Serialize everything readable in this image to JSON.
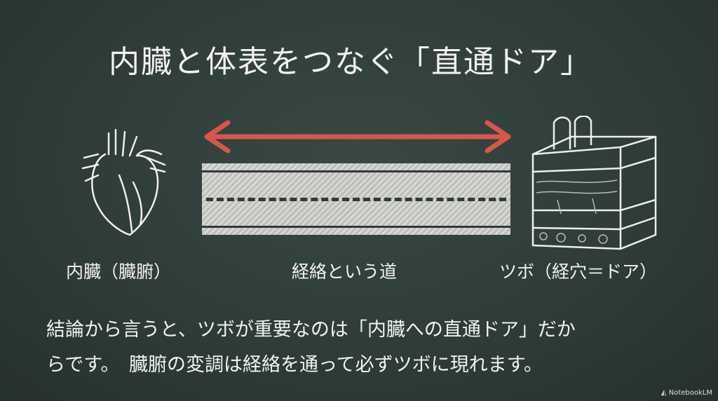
{
  "title": "内臓と体表をつなぐ「直通ドア」",
  "labels": {
    "organ": "内臓（臓腑）",
    "meridian": "経絡という道",
    "acupoint": "ツボ（経穴＝ドア）"
  },
  "caption": {
    "line1": "結論から言うと、ツボが重要なのは「内臓への直通ドア」だか",
    "line2": "らです。　臓腑の変調は経絡を通って必ずツボに現れます。"
  },
  "watermark": "NotebookLM",
  "colors": {
    "background": "#2e3b39",
    "arrow": "#d9574a",
    "chalk": "#f2f2ee"
  }
}
